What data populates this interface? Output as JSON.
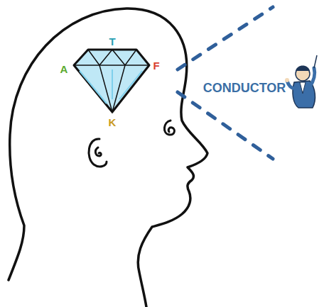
{
  "diagram": {
    "labels": [
      "T",
      "A",
      "F",
      "K",
      "CONDUCTOR"
    ]
  }
}
